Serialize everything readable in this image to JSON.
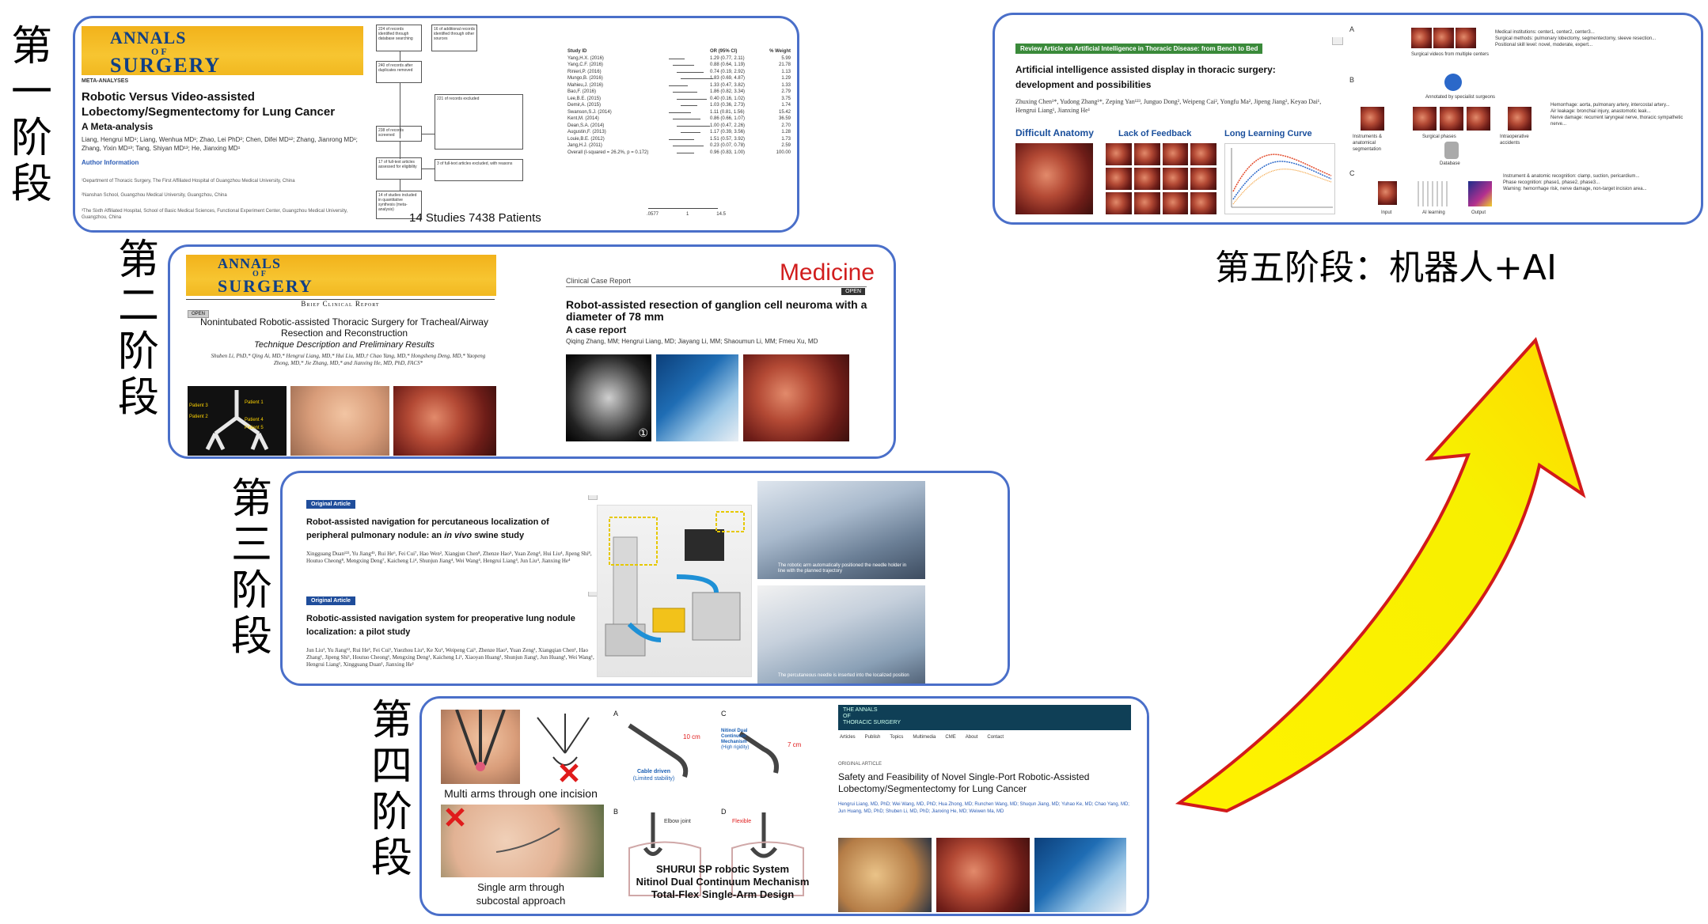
{
  "stage_labels": {
    "s1": [
      "第",
      "一",
      "阶",
      "段"
    ],
    "s2": [
      "第",
      "二",
      "阶",
      "段"
    ],
    "s3": [
      "第",
      "三",
      "阶",
      "段"
    ],
    "s4": [
      "第",
      "四",
      "阶",
      "段"
    ],
    "s5": "第五阶段：机器人+AI"
  },
  "colors": {
    "panel_border": "#4a6fc9",
    "arrow_fill_top": "#f5f500",
    "arrow_fill_bottom": "#ffe000",
    "arrow_edge": "#d21a1a"
  },
  "panel1": {
    "journal": {
      "line1": "ANNALS",
      "line2": "OF",
      "line3": "SURGERY"
    },
    "section": "META-ANALYSES",
    "title": "Robotic Versus Video-assisted Lobectomy/Segmentectomy for Lung Cancer",
    "subtitle": "A Meta-analysis",
    "authors": "Liang, Hengrui MD¹; Liang, Wenhua MD¹; Zhao, Lei PhD²; Chen, Difei MD¹²; Zhang, Jianrong MD¹; Zhang, Yixin MD¹³; Tang, Shiyan MD¹³; He, Jianxing MD¹",
    "author_info": "Author Information",
    "affiliations": [
      "¹Department of Thoracic Surgery, The First Affiliated Hospital of Guangzhou Medical University, China",
      "²Nanshan School, Guangzhou Medical University, Guangzhou, China",
      "³The Sixth Affiliated Hospital, School of Basic Medical Sciences, Functional Experiment Center, Guangzhou Medical University, Guangzhou, China"
    ],
    "flow_boxes": [
      "224 of records identified through database searching",
      "16 of additional records identified through other sources",
      "240 of records after duplicates removed",
      "238 of records screened",
      "17 of full-text articles assessed for eligibility",
      "14 of studies included in quantitative synthesis (meta-analysis)"
    ],
    "flow_side": [
      "221 of records excluded",
      "3 of full-text articles excluded, with reasons"
    ],
    "forest": {
      "header": [
        "Study ID",
        "OR (95% CI)",
        "% Weight"
      ],
      "rows": [
        [
          "Yang,H.X. (2016)",
          "1.29 (0.77, 2.11)",
          "5.99"
        ],
        [
          "Yang,C.F. (2016)",
          "0.88 (0.64, 1.19)",
          "21.78"
        ],
        [
          "Rinieri,P. (2016)",
          "0.74 (0.19, 2.92)",
          "1.13"
        ],
        [
          "Mungo,B. (2016)",
          "1.83 (0.69, 4.87)",
          "1.29"
        ],
        [
          "Mahieu,J. (2016)",
          "1.33 (0.47, 3.82)",
          "1.33"
        ],
        [
          "Bao,F. (2016)",
          "1.86 (0.82, 3.34)",
          "2.79"
        ],
        [
          "Lee,B.E. (2015)",
          "0.40 (0.16, 1.02)",
          "3.75"
        ],
        [
          "Demir,A. (2015)",
          "1.03 (0.36, 2.73)",
          "1.74"
        ],
        [
          "Swanson,S.J. (2014)",
          "1.11 (0.81, 1.56)",
          "15.42"
        ],
        [
          "Kent,M. (2014)",
          "0.86 (0.66, 1.07)",
          "36.59"
        ],
        [
          "Dean,S.A. (2014)",
          "1.00 (0.47, 2.26)",
          "2.70"
        ],
        [
          "Augustin,F. (2013)",
          "1.17 (0.39, 3.56)",
          "1.28"
        ],
        [
          "Louie,B.E. (2012)",
          "1.51 (0.57, 3.92)",
          "1.73"
        ],
        [
          "Jang,H.J. (2011)",
          "0.23 (0.07, 0.78)",
          "2.59"
        ],
        [
          "Overall (I-squared = 26.2%, p = 0.172)",
          "0.96 (0.83, 1.00)",
          "100.00"
        ]
      ],
      "axis": [
        ".0577",
        "1",
        "14.5"
      ]
    },
    "summary": "14 Studies  7438 Patients"
  },
  "panel2": {
    "journal": {
      "line1": "ANNALS",
      "line2": "OF",
      "line3": "SURGERY"
    },
    "section": "Brief Clinical Report",
    "open": "OPEN",
    "title": "Nonintubated Robotic-assisted Thoracic Surgery for Tracheal/Airway Resection and Reconstruction",
    "subtitle": "Technique Description and Preliminary Results",
    "authors": "Shuben Li, PhD,* Qing Ai, MD,* Hengrui Liang, MD,* Hui Liu, MD,† Chao Yang, MD,* Hongsheng Deng, MD,* Yaopeng Zhong, MD,* Jie Zhang, MD,* and Jianxing He, MD, PhD, FACS*",
    "patients": [
      "Patient 1",
      "Patient 2",
      "Patient 3",
      "Patient 4",
      "Patient 5"
    ],
    "med_journal": "Medicine",
    "med_tag": "Clinical Case Report",
    "med_open": "OPEN",
    "med_title": "Robot-assisted resection of ganglion cell neuroma with a diameter of 78 mm",
    "med_subtitle": "A case report",
    "med_authors": "Qiqing Zhang, MM; Hengrui Liang, MD; Jiayang Li, MM; Shaoumun Li, MM; Fmeu Xu, MD",
    "circle_one": "①"
  },
  "panel3": {
    "tag1": "Original Article",
    "title1a": "Robot-assisted navigation for percutaneous localization of",
    "title1b": "peripheral pulmonary nodule: an ",
    "title1c": "in vivo",
    "title1d": " swine study",
    "authors1": "Xingguang Duan¹²³, Yu Jiang⁴⁵, Rui He⁶, Fei Cui⁷, Hao Wen², Xiangjun Chen⁸, Zhenze Hao⁵, Yuan Zeng⁴, Hui Liu⁴, Jipeng Shi⁸, Houtuo Cheong⁸, Mengxing Deng⁷, Kaicheng Li⁴, Shunjun Jiang⁴, Wei Wang⁴, Hengrui Liang⁴, Jun Liu⁴, Jianxing He⁴",
    "tag2": "Original Article",
    "title2a": "Robotic-assisted navigation system for preoperative lung nodule",
    "title2b": "localization: a pilot study",
    "authors2": "Jun Liu¹, Yu Jiang¹², Rui He³, Fei Cui¹, Yuezhou Liu¹, Ke Xu¹, Weipeng Cai¹, Zhenze Hao¹, Yuan Zeng¹, Xiangqian Chen¹, Hao Zhang¹, Jipeng Shi¹, Houtuo Cheong¹, Mengxing Deng¹, Kaicheng Li¹, Xiaoyan Huang¹, Shunjun Jiang¹, Jun Huang¹, Wei Wang¹, Hengrui Liang¹, Xingguang Duan¹, Jianxing He¹",
    "photo_caption1": "The robotic arm automatically positioned the needle holder in line with the planned trajectory",
    "photo_caption2": "The percutaneous needle is inserted into the localized position"
  },
  "panel4": {
    "caption_multi": "Multi arms through one incision",
    "caption_single1": "Single arm through",
    "caption_single2": "subcostal approach",
    "diag_labels": [
      "A",
      "B",
      "C",
      "D"
    ],
    "len_a": "10 cm",
    "len_c": "7 cm",
    "cable_driven": "Cable driven",
    "cable_sub": "(Limited stability)",
    "nitinol": "Nitinol Dual Continuum Mechanism",
    "nitinol_sub": "(High rigidity)",
    "elbow": "Elbow joint",
    "flexible": "Flexible",
    "shurui1": "SHURUI SP robotic System",
    "shurui2": "Nitinol Dual Continuum Mechanism",
    "shurui3": "Total-Flex Single-Arm Design",
    "journal_line1": "THE ANNALS",
    "journal_line2": "OF",
    "journal_line3": "THORACIC SURGERY",
    "nav": [
      "Articles",
      "Publish",
      "Topics",
      "Multimedia",
      "CME",
      "About",
      "Contact"
    ],
    "article_tag": "ORIGINAL ARTICLE",
    "article_title": "Safety and Feasibility of Novel Single-Port Robotic-Assisted Lobectomy/Segmentectomy for Lung Cancer",
    "article_authors": "Hengrui Liang, MD, PhD; Wei Wang, MD, PhD; Hua Zhong, MD; Runchen Wang, MD; Shuqun Jiang, MD; Yuhao Ke, MD; Chao Yang, MD; Jun Huang, MD, PhD; Shuben Li, MD, PhD; Jianxing He, MD; Weiwen Ma, MD"
  },
  "panel5": {
    "bar": "Review Article on Artificial Intelligence in Thoracic Disease: from Bench to Bed",
    "title": "Artificial intelligence assisted display in thoracic surgery: development and possibilities",
    "authors": "Zhuxing Chen¹*, Yudong Zhang¹*, Zeping Yan¹²³, Junguo Dong², Weipeng Cai², Yongfu Ma², Jipeng Jiang², Keyao Dai¹, Hengrui Liang¹, Jianxing He¹",
    "fig1": "Difficult Anatomy",
    "fig2": "Lack of Feedback",
    "fig3": "Long Learning Curve",
    "right_labels": [
      "A",
      "B",
      "C"
    ],
    "a_lines": [
      "Medical institutions: center1, center2, center3...",
      "Surgical methods: pulmonary lobectomy, segmentectomy, sleeve resection...",
      "Positional skill level: novel, moderate, expert..."
    ],
    "a_caption": "Surgical videos from multiple centers",
    "b_annot": "Annotated by specialist surgeons",
    "b_items": [
      "Instruments & anatomical segmentation",
      "Surgical phases",
      "Intraoperative accidents"
    ],
    "b_db": "Database",
    "b_lines": [
      "Hemorrhage: aorta, pulmonary artery, intercostal artery...",
      "Air leakage: bronchial injury, anastomotic leak...",
      "Nerve damage: recurrent laryngeal nerve, thoracic sympathetic nerve..."
    ],
    "c_lines": [
      "Instrument & anatomic recognition: clamp, suction, pericardium...",
      "Phase recognition: phase1, phase2, phase3...",
      "Warning: hemorrhage risk, nerve damage, non-target incision area..."
    ],
    "c_captions": [
      "Input",
      "AI learning",
      "Output"
    ]
  }
}
